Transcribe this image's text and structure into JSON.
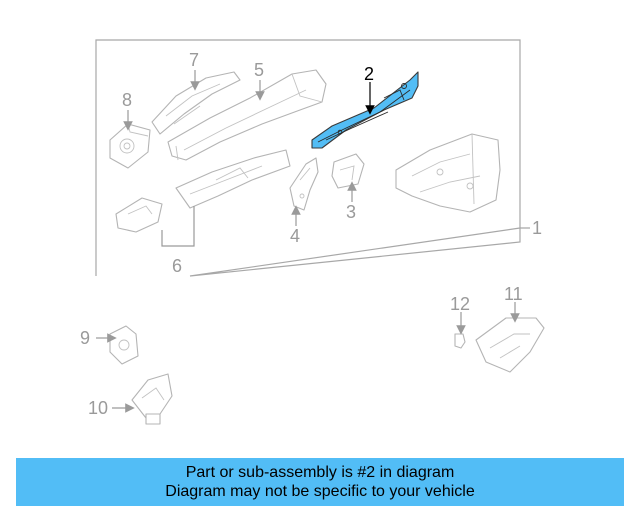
{
  "callouts": {
    "c1": "1",
    "c2": "2",
    "c3": "3",
    "c4": "4",
    "c5": "5",
    "c6": "6",
    "c7": "7",
    "c8": "8",
    "c9": "9",
    "c10": "10",
    "c11": "11",
    "c12": "12"
  },
  "highlighted_part": "2",
  "colors": {
    "highlight": "#53bdf5",
    "caption_bg": "#52bdf6",
    "line_gray": "#b4b4b4"
  },
  "caption": {
    "line1": "Part or sub-assembly is #2 in diagram",
    "line2": "Diagram may not be specific to your vehicle"
  }
}
